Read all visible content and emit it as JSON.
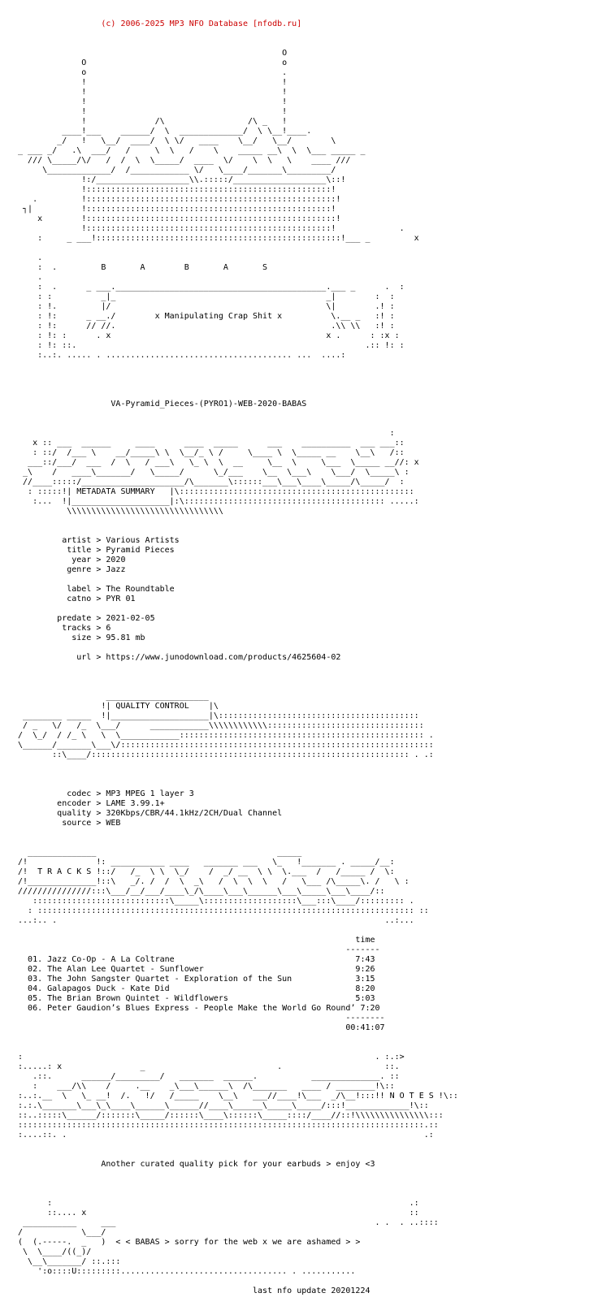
{
  "header": {
    "credit": "                  (c) 2006-2025 MP3 NFO Database [nfodb.ru]"
  },
  "nfo_lines": [
    "                                                       O",
    "              O                                        o",
    "              o                                        .",
    "              !                                        !",
    "              !                                        !",
    "              !                                        !",
    "              !                                        !",
    "              !              /\\                 /\\ _   !",
    "          ____!___    ______/  \\  _____________/  \\ \\__!____.",
    "         _/   !   \\__/  ____/  \\ \\/   ____    \\__/   \\__/        \\",
    " _ ___ _/   .\\  ___/   /     \\  \\   /    \\    _____ __\\  \\  \\___ _____ _",
    "   /// \\_____/\\/   /  /  \\  \\_____/  ____  \\/    \\  \\   \\    ____ ///",
    "      \\_____________/  /____________ \\/   \\____/_______\\_________/",
    "              !:/___________________\\\\.:::::/___________________\\::!",
    "              !::::::::::::::::::::::::::::::::::::::::::::::::::!",
    "    .         !:::::::::::::::::::::::::::::::::::::::::::::::::::!",
    "  ┐|          !::::::::::::::::::::::::::::::::::::::::::::::::::!",
    "     x        !:::::::::::::::::::::::::::::::::::::::::::::::::::!",
    "              !::::::::::::::::::::::::::::::::::::::::::::::::::!             .",
    "     :     _ ___!::::::::::::::::::::::::::::::::::::::::::::::::::!___ _         x",
    "",
    "     .",
    "     :  .         B       A        B       A       S",
    "     .",
    "     :  .      _ ___.___________________________________________.___ _      .  :",
    "     : :          _|_                                           _|        :  :",
    "     : !.         |/                                            \\|        .! :",
    "     : !:      _ __./        x Manipulating Crap Shit x          \\.__ _   :! :",
    "     : !:      // //.                                            .\\\\ \\\\   :! :",
    "     : !: :      . x                                            x .      : :x :",
    "     : !: ::.                                                           .:: !: :",
    "     :..:. ..... . ...................................... ...  ....:",
    "",
    "",
    "",
    "",
    "                    VA-Pyramid_Pieces-(PYRO1)-WEB-2020-BABAS",
    "",
    "",
    "                                                                             :",
    "    x :: ___  ______     ____      ____  _____      ___    __________  ___ ___::",
    "    : ::/  /___ \\    __/_____\\ \\  \\__/_ \\ /     \\____ \\  \\_____ __    \\__\\   /::",
    "   ___::/___/  ___  /  \\   / ___\\   \\_ \\  \\  __     \\__  \\     \\___  \\_____ __//: x",
    "  _\\    /   ____\\_______/   \\_____/      \\_/___    \\__  \\___\\    \\___/  \\_____\\ :",
    "  //____:::::/_____________________/\\_______\\::::::___\\___\\____\\_____/\\_____/  :",
    "   : :::::!| METADATA SUMMARY   |\\::::::::::::::::::::::::::::::::::::::::::::::::",
    "    :...  !|____________________|:\\::::::::::::::::::::::::::::::::::::::::: .....:",
    "           \\\\\\\\\\\\\\\\\\\\\\\\\\\\\\\\\\\\\\\\\\\\\\\\\\\\\\\\\\\\\\\\",
    "",
    "",
    "          artist > Various Artists",
    "           title > Pyramid Pieces",
    "            year > 2020",
    "           genre > Jazz",
    "",
    "           label > The Roundtable",
    "           catno > PYR 01",
    "",
    "         predate > 2021-02-05",
    "          tracks > 6",
    "            size > 95.81 mb",
    "",
    "             url > https://www.junodownload.com/products/4625604-02",
    "",
    "",
    "",
    "                   _____________________",
    "                  !| QUALITY CONTROL    |\\",
    "  ________ _____  !|____________________|\\:::::::::::::::::::::::::::::::::::::::::",
    "  / _   \\/   /_  \\___/      ____________\\\\\\\\\\\\\\\\\\\\\\\\::::::::::::::::::::::::::::::::",
    " /  \\_/  / /_ \\   \\  \\____________:::::::::::::::::::::::::::::::::::::::::::::::::: .",
    " \\______/_______\\___\\/::::::::::::::::::::::::::::::::::::::::::::::::::::::::::::::::",
    "        ::\\____/::::::::::::::::::::::::::::::::::::::::::::::::::::::::::::::::: . .:",
    "",
    "",
    "",
    "           codec > MP3 MPEG 1 layer 3",
    "         encoder > LAME 3.99.1+",
    "         quality > 320Kbps/CBR/44.1kHz/2CH/Dual Channel",
    "          source > WEB",
    "",
    "",
    "   ______________                                     _____",
    " /!              !: ___________ ____   _______ ___   \\_   !_______ . _____/__:",
    " /!  T R A C K S !::/   /_  \\ \\  \\_/    /  _/ __  \\ \\  \\.___  /   /_____ /  \\:",
    " /!______________!::\\   _/. /  /  \\  _\\   /  \\  \\  \\   /   \\___ /\\_____\\. /   \\ :",
    " ///////////////:::\\___/__/___/____\\_/\\____\\___\\______\\___\\_____\\___\\____/::",
    "    ::::::::::::::::::::::::::::\\_____\\:::::::::::::::::::\\___:::\\____/::::::::: .",
    "   : ::::::::::::::::::::::::::::::::::::::::::::::::::::::::::::::::::::::::::::: ::",
    " ...:.. .                                                                   ..:...",
    "",
    "                                                                      time",
    "                                                                    -------",
    "   01. Jazz Co-Op - A La Coltrane                                     7:43",
    "   02. The Alan Lee Quartet - Sunflower                               9:26",
    "   03. The John Sangster Quartet - Exploration of the Sun             3:15",
    "   04. Galapagos Duck - Kate Did                                      8:20",
    "   05. The Brian Brown Quintet - Wildflowers                          5:03",
    "   06. Peter Gaudion’s Blues Express - People Make the World Go Round’ 7:20",
    "                                                                    --------",
    "                                                                    00:41:07",
    "",
    "",
    " :                                                                        . :.:>",
    " :.....: x                _                           .                     ::.",
    "    .::.      ______/_________/   _______  ______.           ______________. ::",
    "    :    ___/\\\\    /     .__    _\\___\\______\\  /\\_______   ____ / ________!\\::",
    " :..:.__  \\   \\_ __!  /.   !/   /_____    \\__\\   ___//____!\\___  _/\\__!:::!! N O T E S !\\::",
    " :.:.\\_______\\___\\_\\____\\______\\______//____\\______\\_____\\_____/:::!_____________!\\::",
    " ::..:::::\\______/:::::::\\_____/::::::\\____\\::::::\\_____::::/____//::!\\\\\\\\\\\\\\\\\\\\\\\\\\\\\\:::",
    " :::::::::::::::::::::::::::::::::::::::::::::::::::::::::::::::::::::::::::::::::::.::",
    " :....::. .                                                                         .:",
    "",
    "",
    "                  Another curated quality pick for your earbuds > enjoy <3",
    "",
    "",
    "",
    "       :                                                                         .:",
    "       ::.... x                                                                  ::",
    "  ___________     ___                                                     . .  . ..::::",
    " /            \\___/                                                            ",
    " (  (.-----.  _   )  < < BABAS > sorry for the web x we are ashamed > >",
    "  \\  \\____/((_)/",
    "   \\__\\_______/ ::.:::",
    "     ':o::::U:::::::::.................................. . ...........",
    "",
    "                                                 last nfo update 20201224"
  ]
}
